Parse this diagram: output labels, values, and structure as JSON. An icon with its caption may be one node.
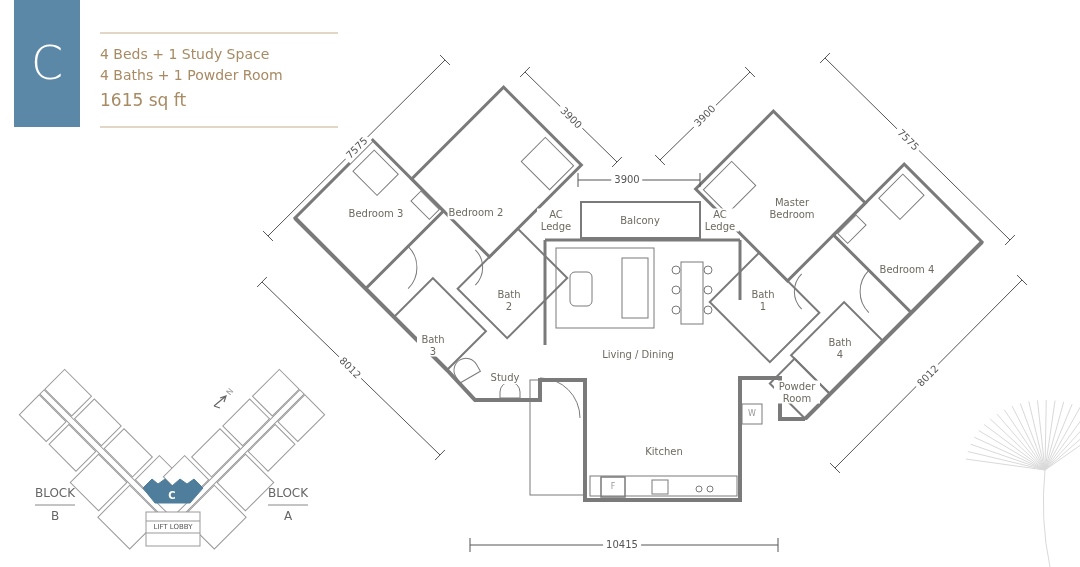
{
  "diagram": {
    "labels": [
      "C",
      "4 Beds + 1 Study Space",
      "4 Baths + 1 Powder Room",
      "1615 sq ft",
      "7575",
      "3900",
      "3900",
      "3900",
      "7575",
      "Bedroom 3",
      "Bedroom 2",
      "AC Ledge",
      "Balcony",
      "AC Ledge",
      "Master Bedroom",
      "Bedroom 4",
      "Bath 2",
      "Living / Dining",
      "Bath 1",
      "Bath 3",
      "Bath 4",
      "Study",
      "8012",
      "8012",
      "Powder Room",
      "W",
      "Kitchen",
      "F",
      "10415",
      "N",
      "BLOCK",
      "B",
      "BLOCK",
      "A",
      "C",
      "LIFT LOBBY"
    ]
  }
}
